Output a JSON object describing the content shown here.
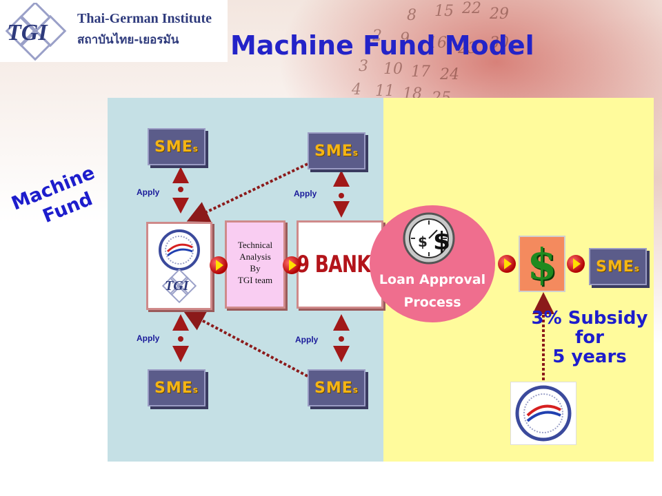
{
  "header": {
    "org_name": "Thai-German Institute",
    "org_name_thai": "สถาบันไทย-เยอรมัน",
    "logo_text": "TGI",
    "title": "Machine Fund Model"
  },
  "side_label": {
    "line1": "Machine",
    "line2": "Fund"
  },
  "smes_label": "SME",
  "smes_suffix": "s",
  "apply_label": "Apply",
  "technical_box": {
    "line1": "Technical",
    "line2": "Analysis",
    "line3": "By",
    "line4": "TGI team"
  },
  "banks_label": "9 BANKS",
  "loan_approval": {
    "line1": "Loan Approval",
    "line2": "Process"
  },
  "dollar_symbol": "$",
  "subsidy": {
    "line1": "3% Subsidy",
    "line2": "for",
    "line3": "5 years"
  },
  "colors": {
    "title": "#2323c8",
    "left_panel": "#c5e0e5",
    "right_panel": "#fffb9c",
    "arrow": "#8b1a1a",
    "loan_circle": "#ef6e8e",
    "banks_text": "#b3141a"
  }
}
